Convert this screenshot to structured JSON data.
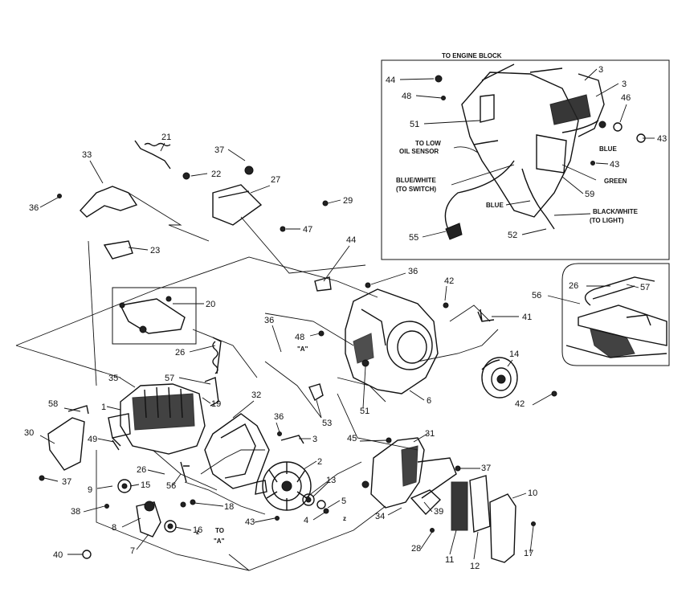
{
  "callouts": [
    {
      "t": "21"
    },
    {
      "t": "37"
    },
    {
      "t": "33"
    },
    {
      "t": "22"
    },
    {
      "t": "27"
    },
    {
      "t": "36"
    },
    {
      "t": "29"
    },
    {
      "t": "47"
    },
    {
      "t": "23"
    },
    {
      "t": "44"
    },
    {
      "t": "36"
    },
    {
      "t": "42"
    },
    {
      "t": "20"
    },
    {
      "t": "41"
    },
    {
      "t": "36"
    },
    {
      "t": "48"
    },
    {
      "t": "14"
    },
    {
      "t": "26"
    },
    {
      "t": "35"
    },
    {
      "t": "57"
    },
    {
      "t": "19"
    },
    {
      "t": "58"
    },
    {
      "t": "1"
    },
    {
      "t": "32"
    },
    {
      "t": "6"
    },
    {
      "t": "42"
    },
    {
      "t": "36"
    },
    {
      "t": "51"
    },
    {
      "t": "53"
    },
    {
      "t": "30"
    },
    {
      "t": "49"
    },
    {
      "t": "3"
    },
    {
      "t": "45"
    },
    {
      "t": "31"
    },
    {
      "t": "2"
    },
    {
      "t": "37"
    },
    {
      "t": "26"
    },
    {
      "t": "56"
    },
    {
      "t": "37"
    },
    {
      "t": "9"
    },
    {
      "t": "15"
    },
    {
      "t": "13"
    },
    {
      "t": "10"
    },
    {
      "t": "38"
    },
    {
      "t": "18"
    },
    {
      "t": "5"
    },
    {
      "t": "34"
    },
    {
      "t": "39"
    },
    {
      "t": "8"
    },
    {
      "t": "16"
    },
    {
      "t": "43"
    },
    {
      "t": "4"
    },
    {
      "t": "28"
    },
    {
      "t": "40"
    },
    {
      "t": "7"
    },
    {
      "t": "11"
    },
    {
      "t": "12"
    },
    {
      "t": "17"
    }
  ],
  "texts": {
    "to_a": "TO\n\"A\"",
    "a_mark": "\"A\"",
    "z1": "z",
    "z2": "z"
  },
  "inset_callouts": [
    {
      "t": "44"
    },
    {
      "t": "3"
    },
    {
      "t": "3"
    },
    {
      "t": "48"
    },
    {
      "t": "46"
    },
    {
      "t": "51"
    },
    {
      "t": "43"
    },
    {
      "t": "43"
    },
    {
      "t": "59"
    },
    {
      "t": "55"
    },
    {
      "t": "52"
    }
  ],
  "inset_texts": {
    "to_engine_block": "TO ENGINE BLOCK",
    "to_low": "TO LOW",
    "oil_sensor": "OIL SENSOR",
    "blue": "BLUE",
    "blue_white": "BLUE/WHITE",
    "to_switch": "(TO SWITCH)",
    "green": "GREEN",
    "blue2": "BLUE",
    "black_white": "BLACK/WHITE",
    "to_light": "(TO LIGHT)"
  },
  "detail_callouts": [
    {
      "t": "56"
    },
    {
      "t": "26"
    },
    {
      "t": "57"
    }
  ]
}
